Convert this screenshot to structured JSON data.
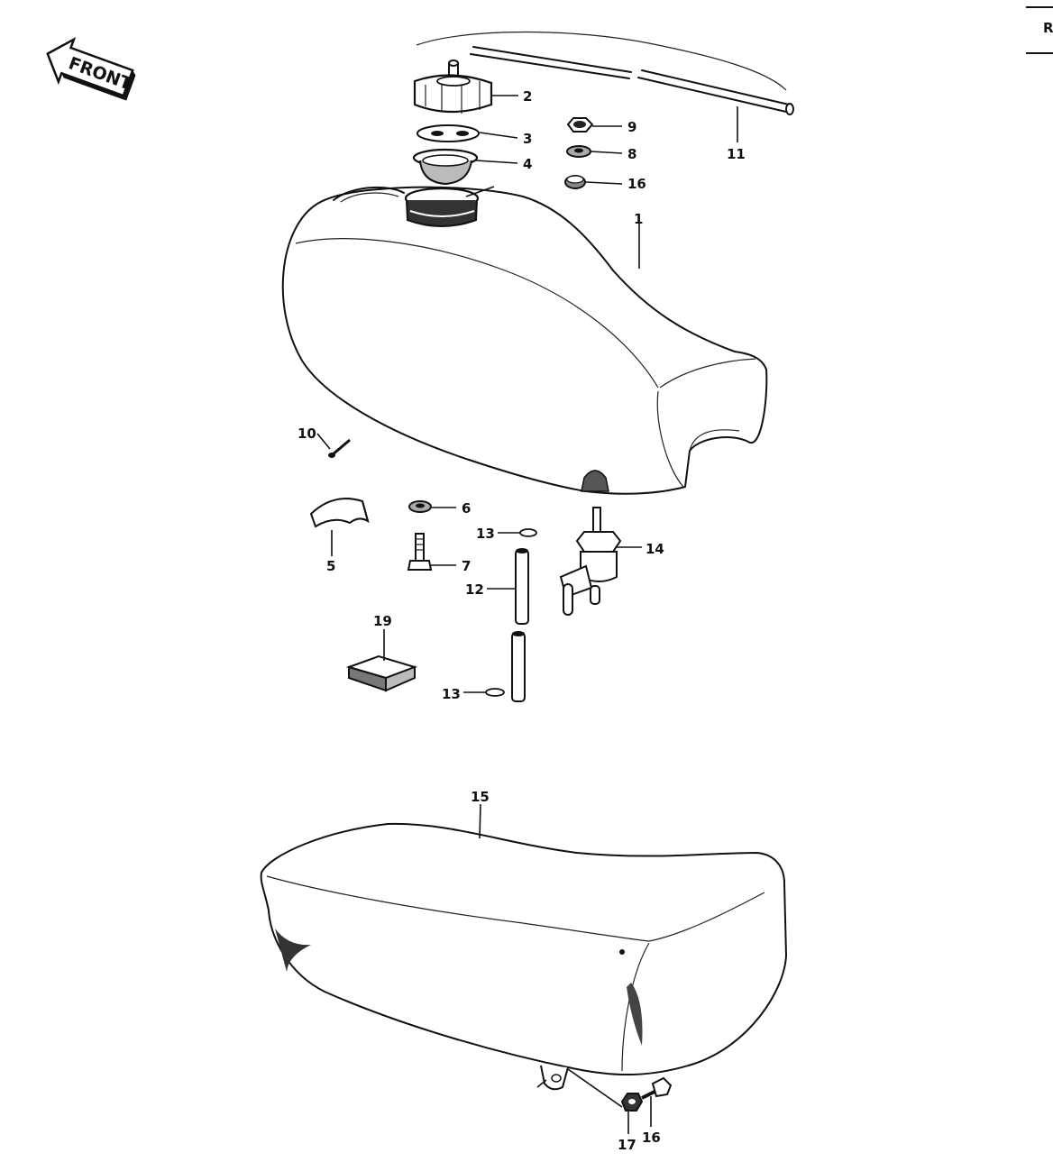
{
  "front_badge": "FRONT",
  "corner_mark": "R",
  "callouts": {
    "c1": "1",
    "c2": "2",
    "c3": "3",
    "c4": "4",
    "c5": "5",
    "c6": "6",
    "c7": "7",
    "c8": "8",
    "c9": "9",
    "c10": "10",
    "c11": "11",
    "c12": "12",
    "c13a": "13",
    "c13b": "13",
    "c14": "14",
    "c15": "15",
    "c16a": "16",
    "c16b": "16",
    "c17": "17",
    "c19": "19"
  }
}
